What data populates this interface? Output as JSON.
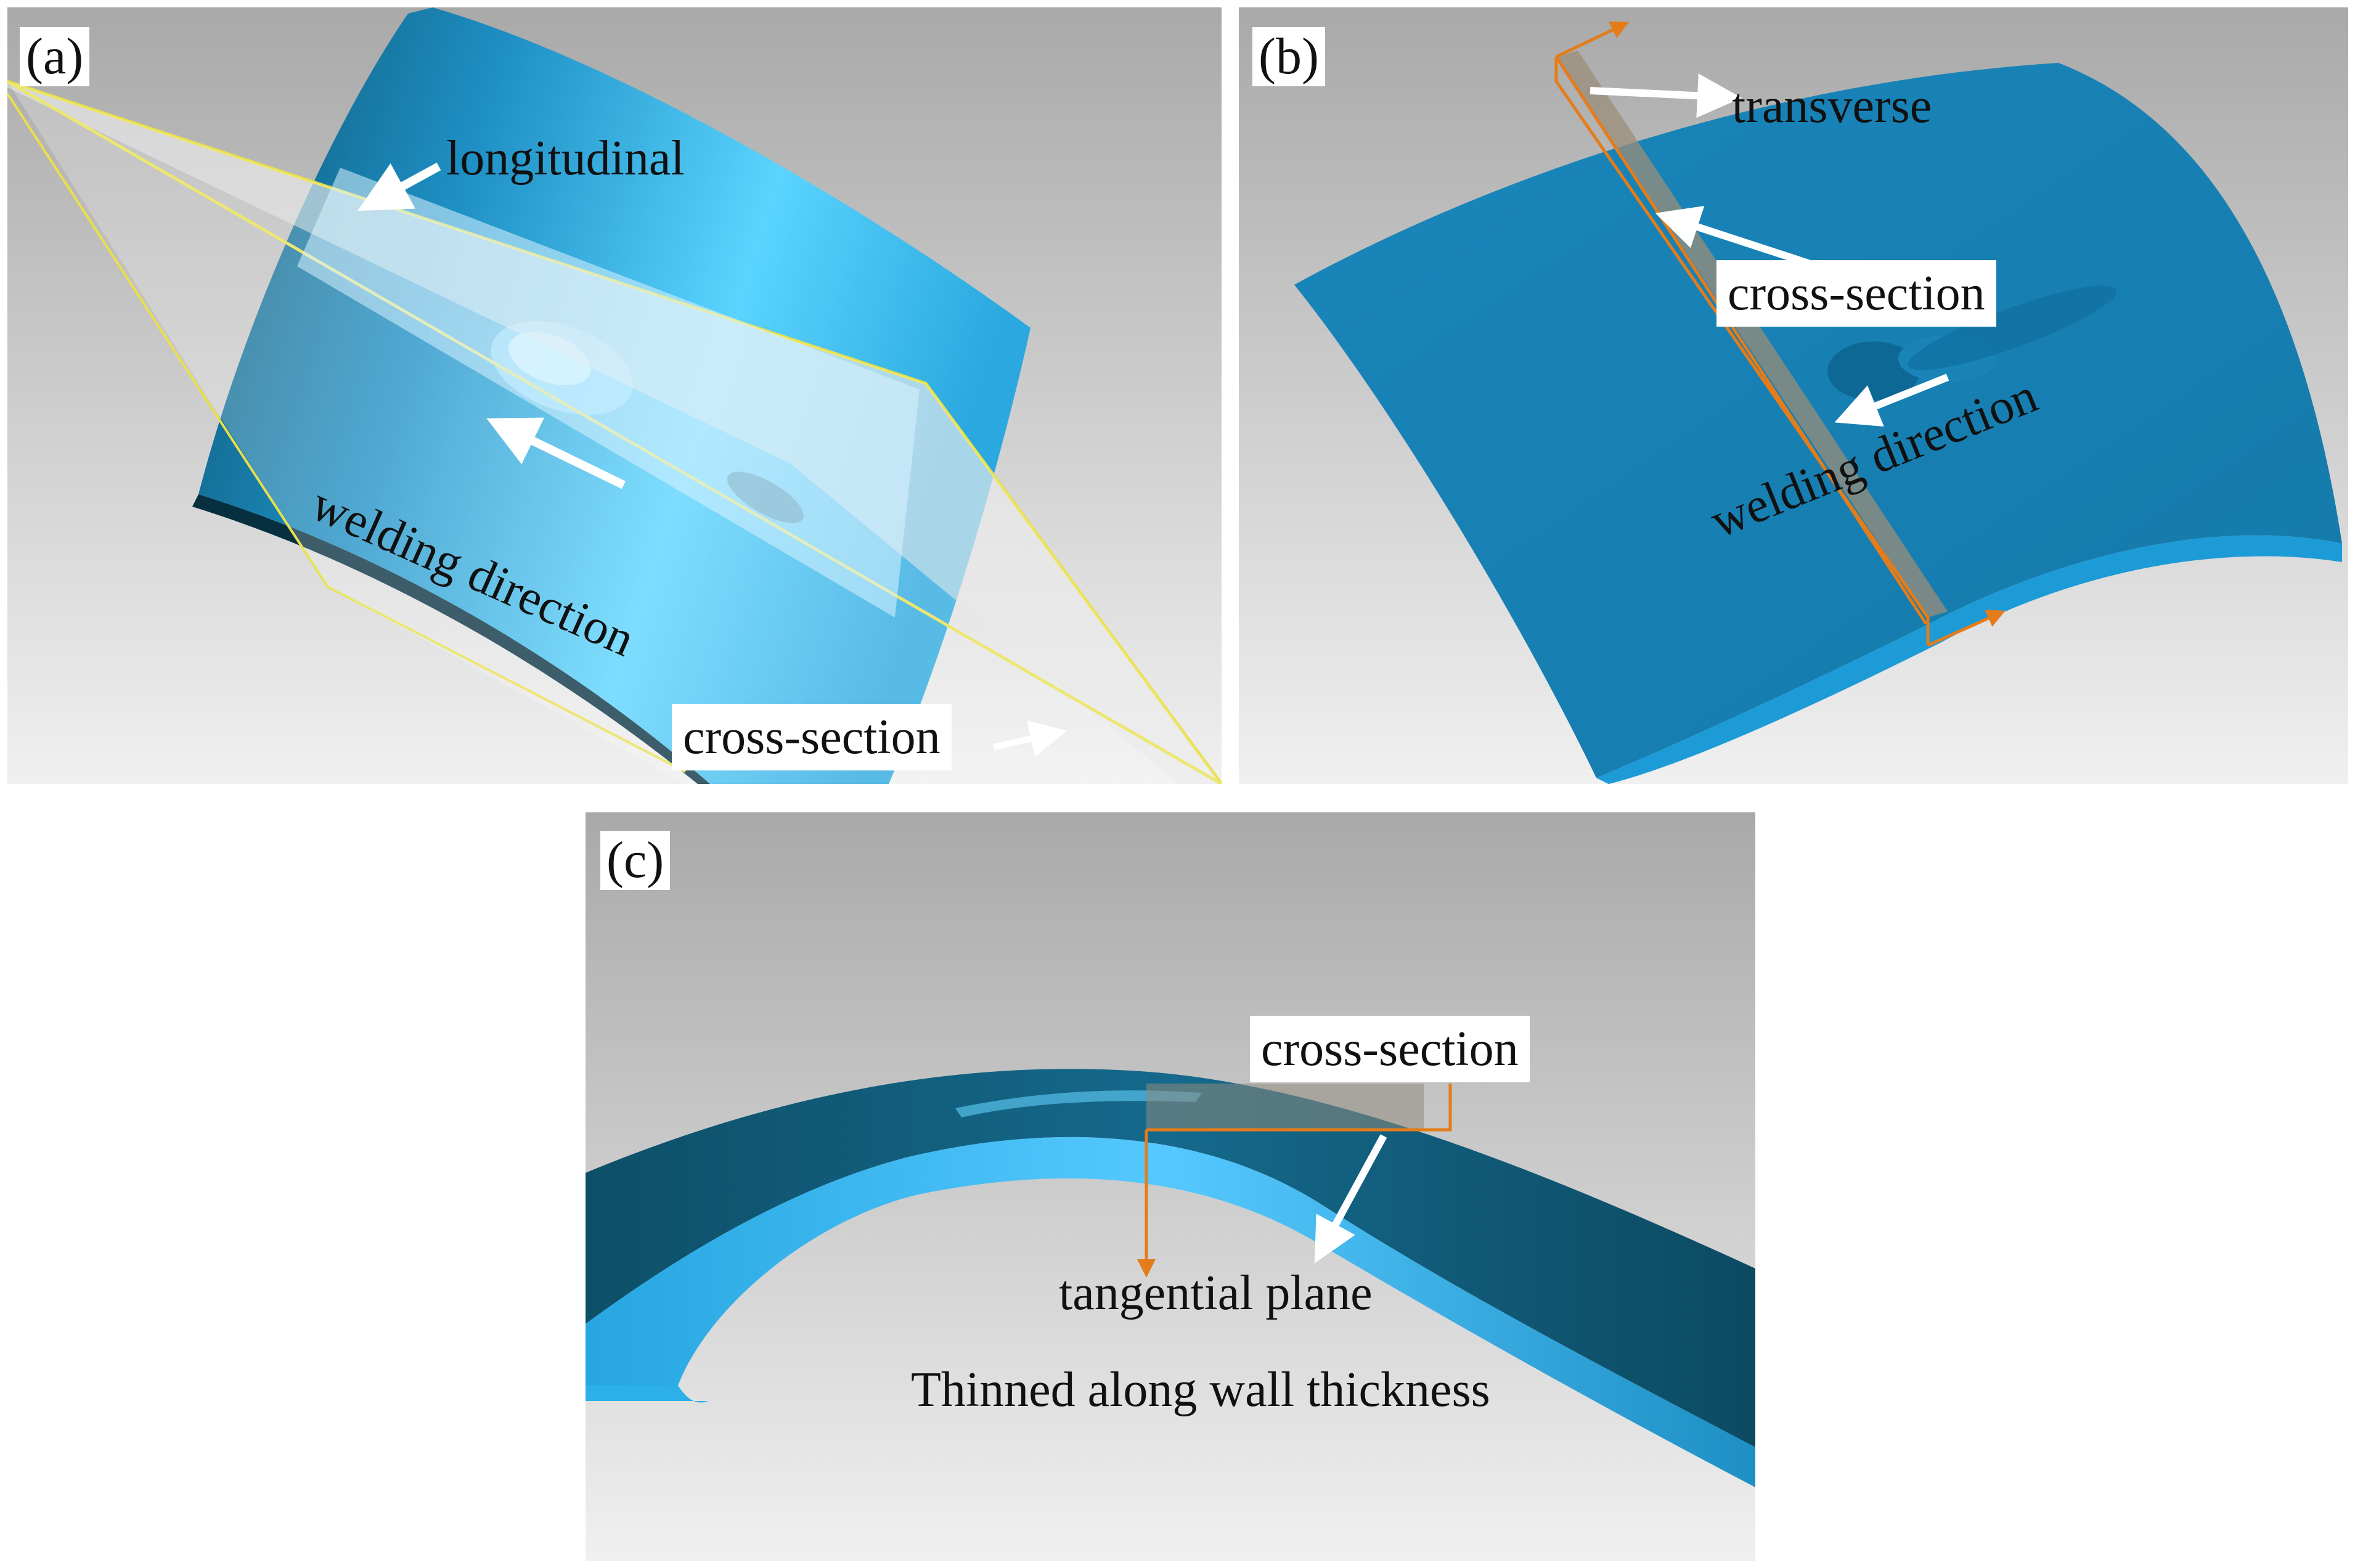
{
  "figure": {
    "panels": [
      {
        "tag": "(a)",
        "labels": {
          "longitudinal": "longitudinal",
          "welding_direction": "welding direction",
          "cross_section": "cross-section"
        }
      },
      {
        "tag": "(b)",
        "labels": {
          "transverse": "transverse",
          "cross_section": "cross-section",
          "welding_direction": "welding direction"
        }
      },
      {
        "tag": "(c)",
        "labels": {
          "cross_section": "cross-section",
          "tangential_plane": "tangential plane",
          "thinned": "Thinned along wall thickness"
        }
      }
    ]
  },
  "colors": {
    "part_blue": "#1e8fc4",
    "part_dark": "#0d5570",
    "part_highlight": "#4cc8ff",
    "plane_orange": "#e47c1a",
    "plane_yellow": "#e8e04a",
    "background_gray": "#c8c8c8"
  }
}
